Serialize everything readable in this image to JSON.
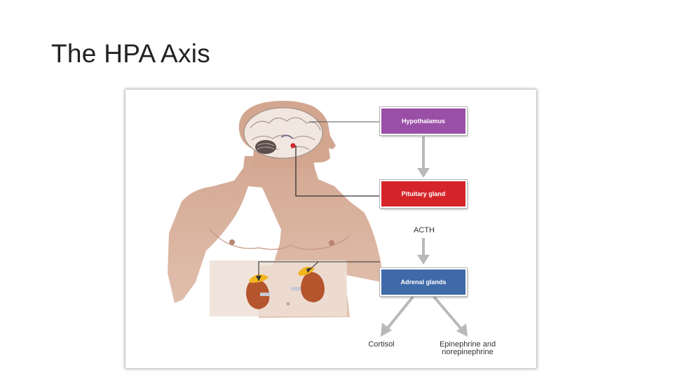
{
  "slide": {
    "title": "The HPA Axis"
  },
  "diagram": {
    "boxes": {
      "hypothalamus": "Hypothalamus",
      "pituitary": "Pituitary gland",
      "adrenal": "Adrenal glands"
    },
    "labels": {
      "acth": "ACTH",
      "cortisol": "Cortisol",
      "epinephrine_line1": "Epinephrine and",
      "epinephrine_line2": "norepinephrine"
    },
    "colors": {
      "hypothalamus": "#9a4fa7",
      "pituitary": "#d4242a",
      "adrenal": "#3f6aa8",
      "arrow": "#b9b9b9",
      "skin": "#d8b09a",
      "kidney": "#b4552e",
      "adrenal_cap": "#f2b51e"
    }
  }
}
